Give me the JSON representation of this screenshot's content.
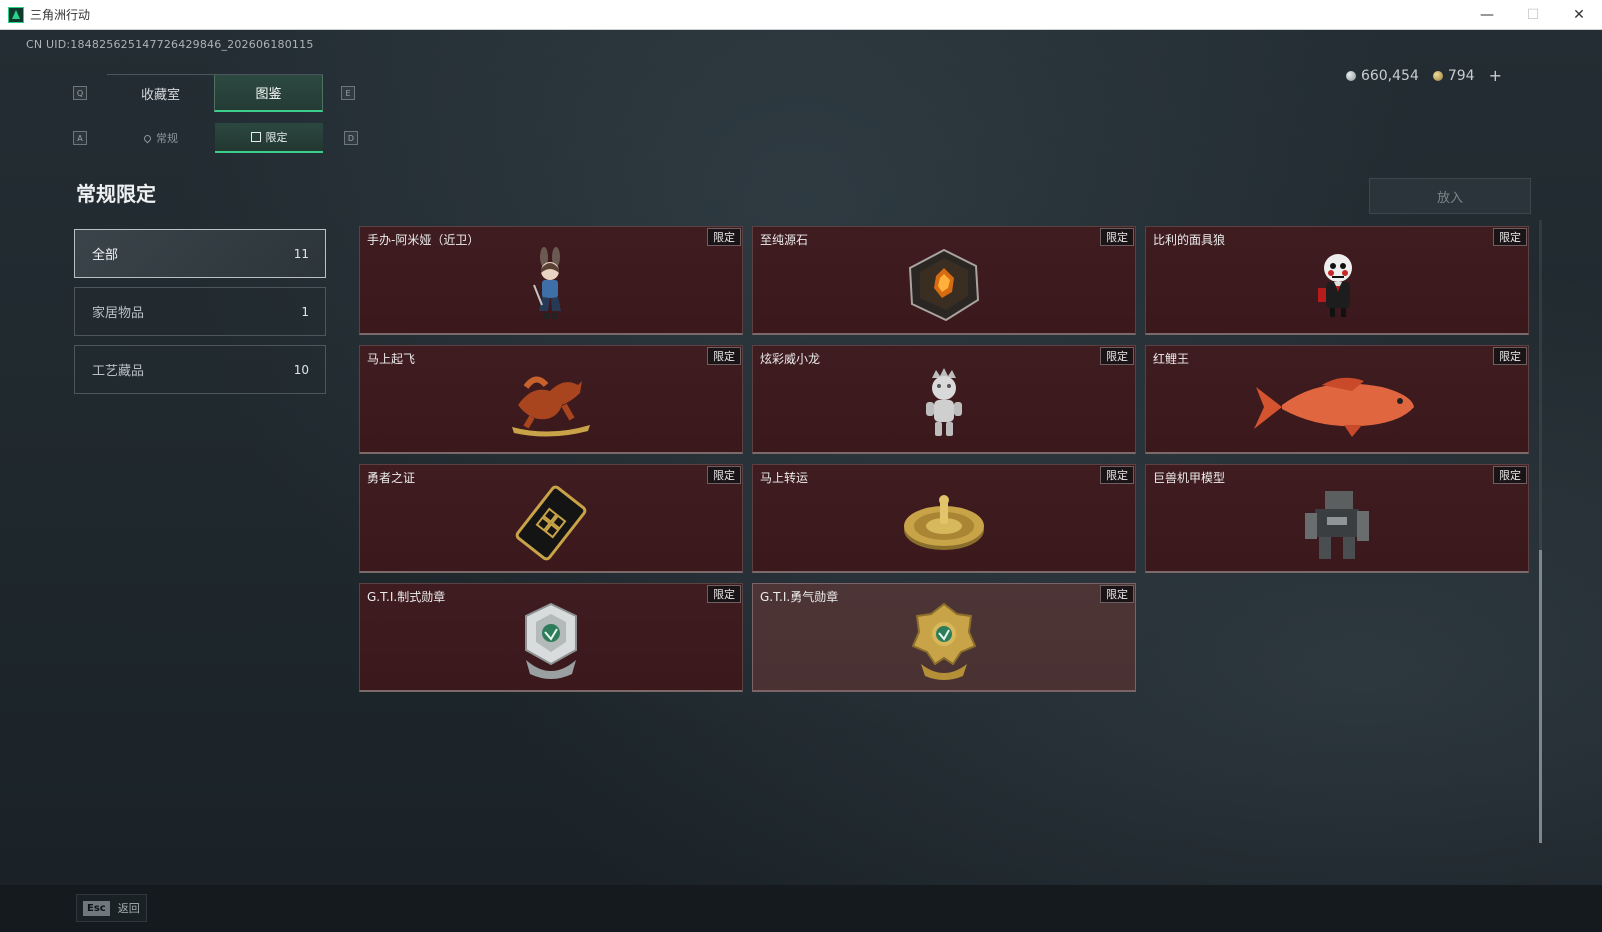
{
  "window": {
    "title": "三角洲行动",
    "minimize": "—",
    "maximize": "☐",
    "close": "✕"
  },
  "uid": "CN UID:1848256251477264298​46_202606180115",
  "currency": {
    "silver": "660,454",
    "gold": "794",
    "plus": "+"
  },
  "keys": {
    "tab_prev": "Q",
    "tab_next": "E",
    "sub_prev": "A",
    "sub_next": "D"
  },
  "tabs": [
    {
      "label": "收藏室"
    },
    {
      "label": "图鉴"
    }
  ],
  "subtabs": [
    {
      "label": "常规"
    },
    {
      "label": "限定"
    }
  ],
  "page_title": "常规限定",
  "categories": [
    {
      "label": "全部",
      "count": "11"
    },
    {
      "label": "家居物品",
      "count": "1"
    },
    {
      "label": "工艺藏品",
      "count": "10"
    }
  ],
  "put_button": "放入",
  "badge_text": "限定",
  "items": [
    {
      "name": "手办-阿米娅（近卫）",
      "icon": "figurine-icon"
    },
    {
      "name": "至纯源石",
      "icon": "crystal-icon"
    },
    {
      "name": "比利的面具狼",
      "icon": "puppet-icon"
    },
    {
      "name": "马上起飞",
      "icon": "horse-icon"
    },
    {
      "name": "炫彩威小龙",
      "icon": "dragon-icon"
    },
    {
      "name": "红鲤王",
      "icon": "fish-icon"
    },
    {
      "name": "勇者之证",
      "icon": "card-icon"
    },
    {
      "name": "马上转运",
      "icon": "wheel-icon"
    },
    {
      "name": "巨兽机甲模型",
      "icon": "mech-icon"
    },
    {
      "name": "G.T.I.制式勋章",
      "icon": "medal-silver-icon"
    },
    {
      "name": "G.T.I.勇气勋章",
      "icon": "medal-gold-icon"
    }
  ],
  "footer": {
    "esc_key": "Esc",
    "back_label": "返回"
  }
}
